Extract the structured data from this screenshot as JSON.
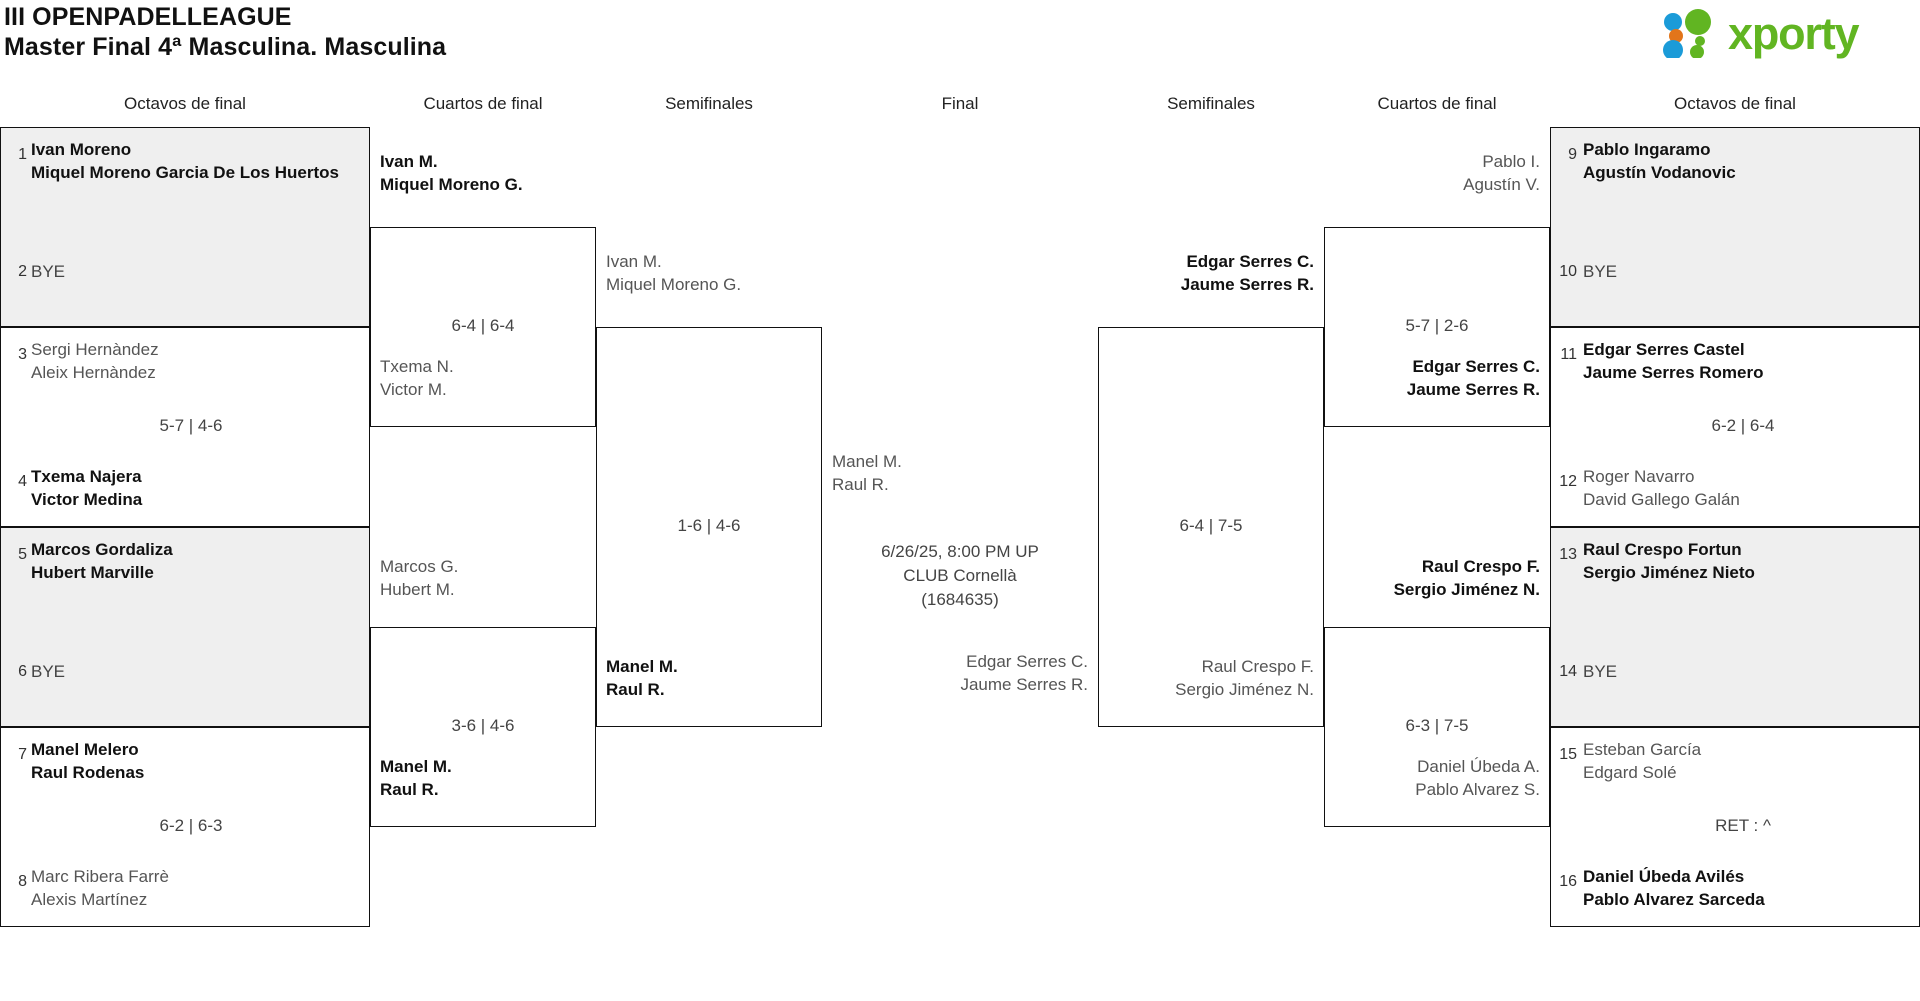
{
  "header": {
    "tournament": "III OPENPADELLEAGUE",
    "category": "Master Final 4ª Masculina. Masculina",
    "logo_text": "xporty",
    "logo_colors": {
      "green": "#61B522",
      "blue": "#1B9BD8",
      "orange": "#E2751A"
    }
  },
  "round_headers": {
    "left_r16": "Octavos de final",
    "left_qf": "Cuartos de final",
    "left_sf": "Semifinales",
    "final": "Final",
    "right_sf": "Semifinales",
    "right_qf": "Cuartos de final",
    "right_r16": "Octavos de final"
  },
  "left": {
    "r16": [
      {
        "top": {
          "seed": "1",
          "line1": "Ivan Moreno",
          "line2": "Miquel Moreno Garcia De Los Huertos",
          "winner": true
        },
        "bottom": {
          "seed": "2",
          "line1": "BYE",
          "line2": "",
          "winner": false
        },
        "score": "",
        "shaded": true
      },
      {
        "top": {
          "seed": "3",
          "line1": "Sergi Hernàndez",
          "line2": "Aleix Hernàndez",
          "winner": false
        },
        "bottom": {
          "seed": "4",
          "line1": "Txema Najera",
          "line2": "Victor Medina",
          "winner": true
        },
        "score": "5-7 | 4-6",
        "shaded": false
      },
      {
        "top": {
          "seed": "5",
          "line1": "Marcos Gordaliza",
          "line2": "Hubert Marville",
          "winner": true
        },
        "bottom": {
          "seed": "6",
          "line1": "BYE",
          "line2": "",
          "winner": false
        },
        "score": "",
        "shaded": true
      },
      {
        "top": {
          "seed": "7",
          "line1": "Manel Melero",
          "line2": "Raul Rodenas",
          "winner": true
        },
        "bottom": {
          "seed": "8",
          "line1": "Marc Ribera Farrè",
          "line2": "Alexis Martínez",
          "winner": false
        },
        "score": "6-2 | 6-3",
        "shaded": false
      }
    ],
    "qf": [
      {
        "top": {
          "line1": "Ivan M.",
          "line2": "Miquel Moreno G.",
          "winner": true
        },
        "bottom": {
          "line1": "Txema N.",
          "line2": "Victor M.",
          "winner": false
        },
        "score": "6-4 | 6-4"
      },
      {
        "top": {
          "line1": "Marcos G.",
          "line2": "Hubert M.",
          "winner": false
        },
        "bottom": {
          "line1": "Manel M.",
          "line2": "Raul R.",
          "winner": true
        },
        "score": "3-6 | 4-6"
      }
    ],
    "sf": [
      {
        "top": {
          "line1": "Ivan M.",
          "line2": "Miquel Moreno G.",
          "winner": false
        },
        "bottom": {
          "line1": "Manel M.",
          "line2": "Raul R.",
          "winner": true
        },
        "score": "1-6 | 4-6"
      }
    ]
  },
  "final": {
    "top": {
      "line1": "Manel M.",
      "line2": "Raul R.",
      "winner": false
    },
    "bottom": {
      "line1": "Edgar Serres C.",
      "line2": "Jaume Serres R.",
      "winner": false
    },
    "meta_line1": "6/26/25, 8:00 PM UP",
    "meta_line2": "CLUB Cornellà",
    "meta_line3": "(1684635)"
  },
  "right": {
    "sf": [
      {
        "top": {
          "line1": "Edgar Serres C.",
          "line2": "Jaume Serres R.",
          "winner": true
        },
        "bottom": {
          "line1": "Raul Crespo F.",
          "line2": "Sergio Jiménez N.",
          "winner": false
        },
        "score": "6-4 | 7-5"
      }
    ],
    "qf": [
      {
        "top": {
          "line1": "Pablo I.",
          "line2": "Agustín V.",
          "winner": false
        },
        "bottom": {
          "line1": "Edgar Serres C.",
          "line2": "Jaume Serres R.",
          "winner": true
        },
        "score": "5-7 | 2-6"
      },
      {
        "top": {
          "line1": "Raul Crespo F.",
          "line2": "Sergio Jiménez N.",
          "winner": true
        },
        "bottom": {
          "line1": "Daniel Úbeda A.",
          "line2": "Pablo Alvarez S.",
          "winner": false
        },
        "score": "6-3 | 7-5"
      }
    ],
    "r16": [
      {
        "top": {
          "seed": "9",
          "line1": "Pablo Ingaramo",
          "line2": "Agustín Vodanovic",
          "winner": true
        },
        "bottom": {
          "seed": "10",
          "line1": "BYE",
          "line2": "",
          "winner": false
        },
        "score": "",
        "shaded": true
      },
      {
        "top": {
          "seed": "11",
          "line1": "Edgar Serres Castel",
          "line2": "Jaume Serres Romero",
          "winner": true
        },
        "bottom": {
          "seed": "12",
          "line1": "Roger Navarro",
          "line2": "David Gallego Galán",
          "winner": false
        },
        "score": "6-2 | 6-4",
        "shaded": false
      },
      {
        "top": {
          "seed": "13",
          "line1": "Raul Crespo Fortun",
          "line2": "Sergio Jiménez Nieto",
          "winner": true
        },
        "bottom": {
          "seed": "14",
          "line1": "BYE",
          "line2": "",
          "winner": false
        },
        "score": "",
        "shaded": true
      },
      {
        "top": {
          "seed": "15",
          "line1": "Esteban García",
          "line2": "Edgard Solé",
          "winner": false
        },
        "bottom": {
          "seed": "16",
          "line1": "Daniel Úbeda Avilés",
          "line2": "Pablo Alvarez Sarceda",
          "winner": true
        },
        "score": "RET : ^",
        "shaded": false
      }
    ]
  }
}
